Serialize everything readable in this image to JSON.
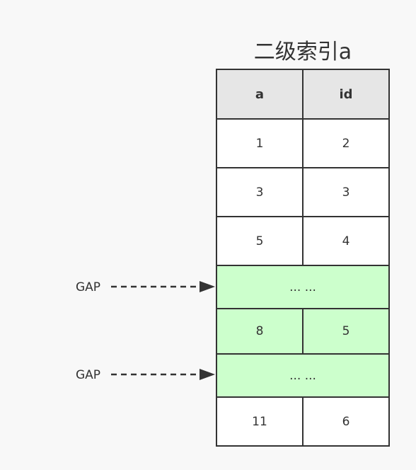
{
  "title": "二级索引a",
  "columns": [
    "a",
    "id"
  ],
  "rows": [
    {
      "a": "1",
      "id": "2"
    },
    {
      "a": "3",
      "id": "3"
    },
    {
      "a": "5",
      "id": "4"
    },
    {
      "gap": "... ..."
    },
    {
      "a": "8",
      "id": "5"
    },
    {
      "gap": "... ..."
    },
    {
      "a": "11",
      "id": "6"
    }
  ],
  "gap_labels": [
    "GAP",
    "GAP"
  ],
  "colors": {
    "gap_fill": "#ccffcc",
    "header_fill": "#e6e6e6",
    "border": "#333333"
  }
}
